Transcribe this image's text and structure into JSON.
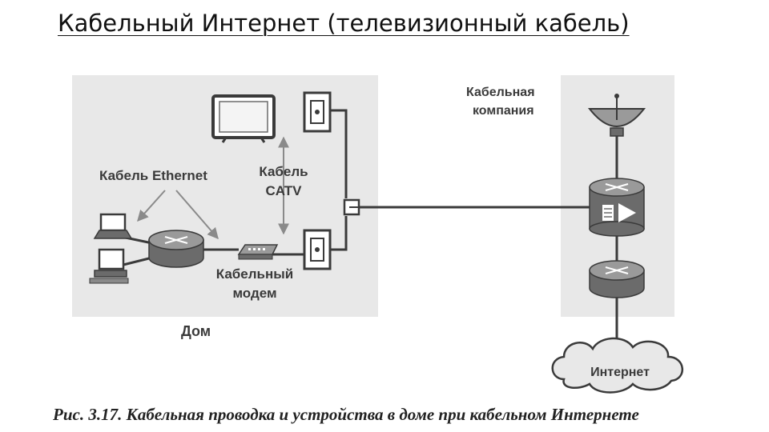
{
  "slide": {
    "title": "Кабельный Интернет (телевизионный кабель)"
  },
  "diagram": {
    "labels": {
      "ethernet_cable": "Кабель Ethernet",
      "catv_cable_line1": "Кабель",
      "catv_cable_line2": "CATV",
      "cable_modem_line1": "Кабельный",
      "cable_modem_line2": "модем",
      "home": "Дом",
      "cable_company_line1": "Кабельная",
      "cable_company_line2": "компания",
      "internet": "Интернет"
    }
  },
  "caption": "Рис. 3.17. Кабельная проводка и устройства в доме при кабельном Интернете",
  "colors": {
    "zone_fill": "#e8e8e8",
    "line": "#3a3a3a",
    "device_fill": "#6b6b6b",
    "device_top": "#9a9a9a"
  }
}
